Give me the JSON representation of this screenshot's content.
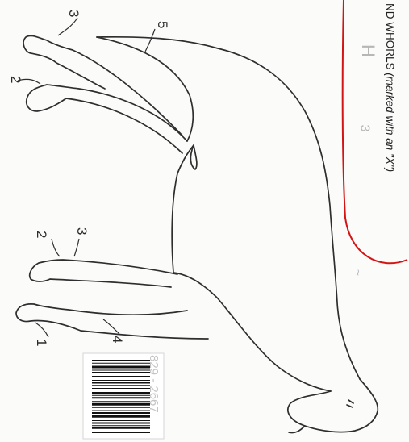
{
  "margin": {
    "heading": "ND WHORLS",
    "note": "(marked with an \"X\")"
  },
  "marker_labels": [
    "3",
    "5",
    "2",
    "2",
    "3",
    "1",
    "4"
  ],
  "barcode": {
    "faint_digits": "829 - 2667"
  }
}
